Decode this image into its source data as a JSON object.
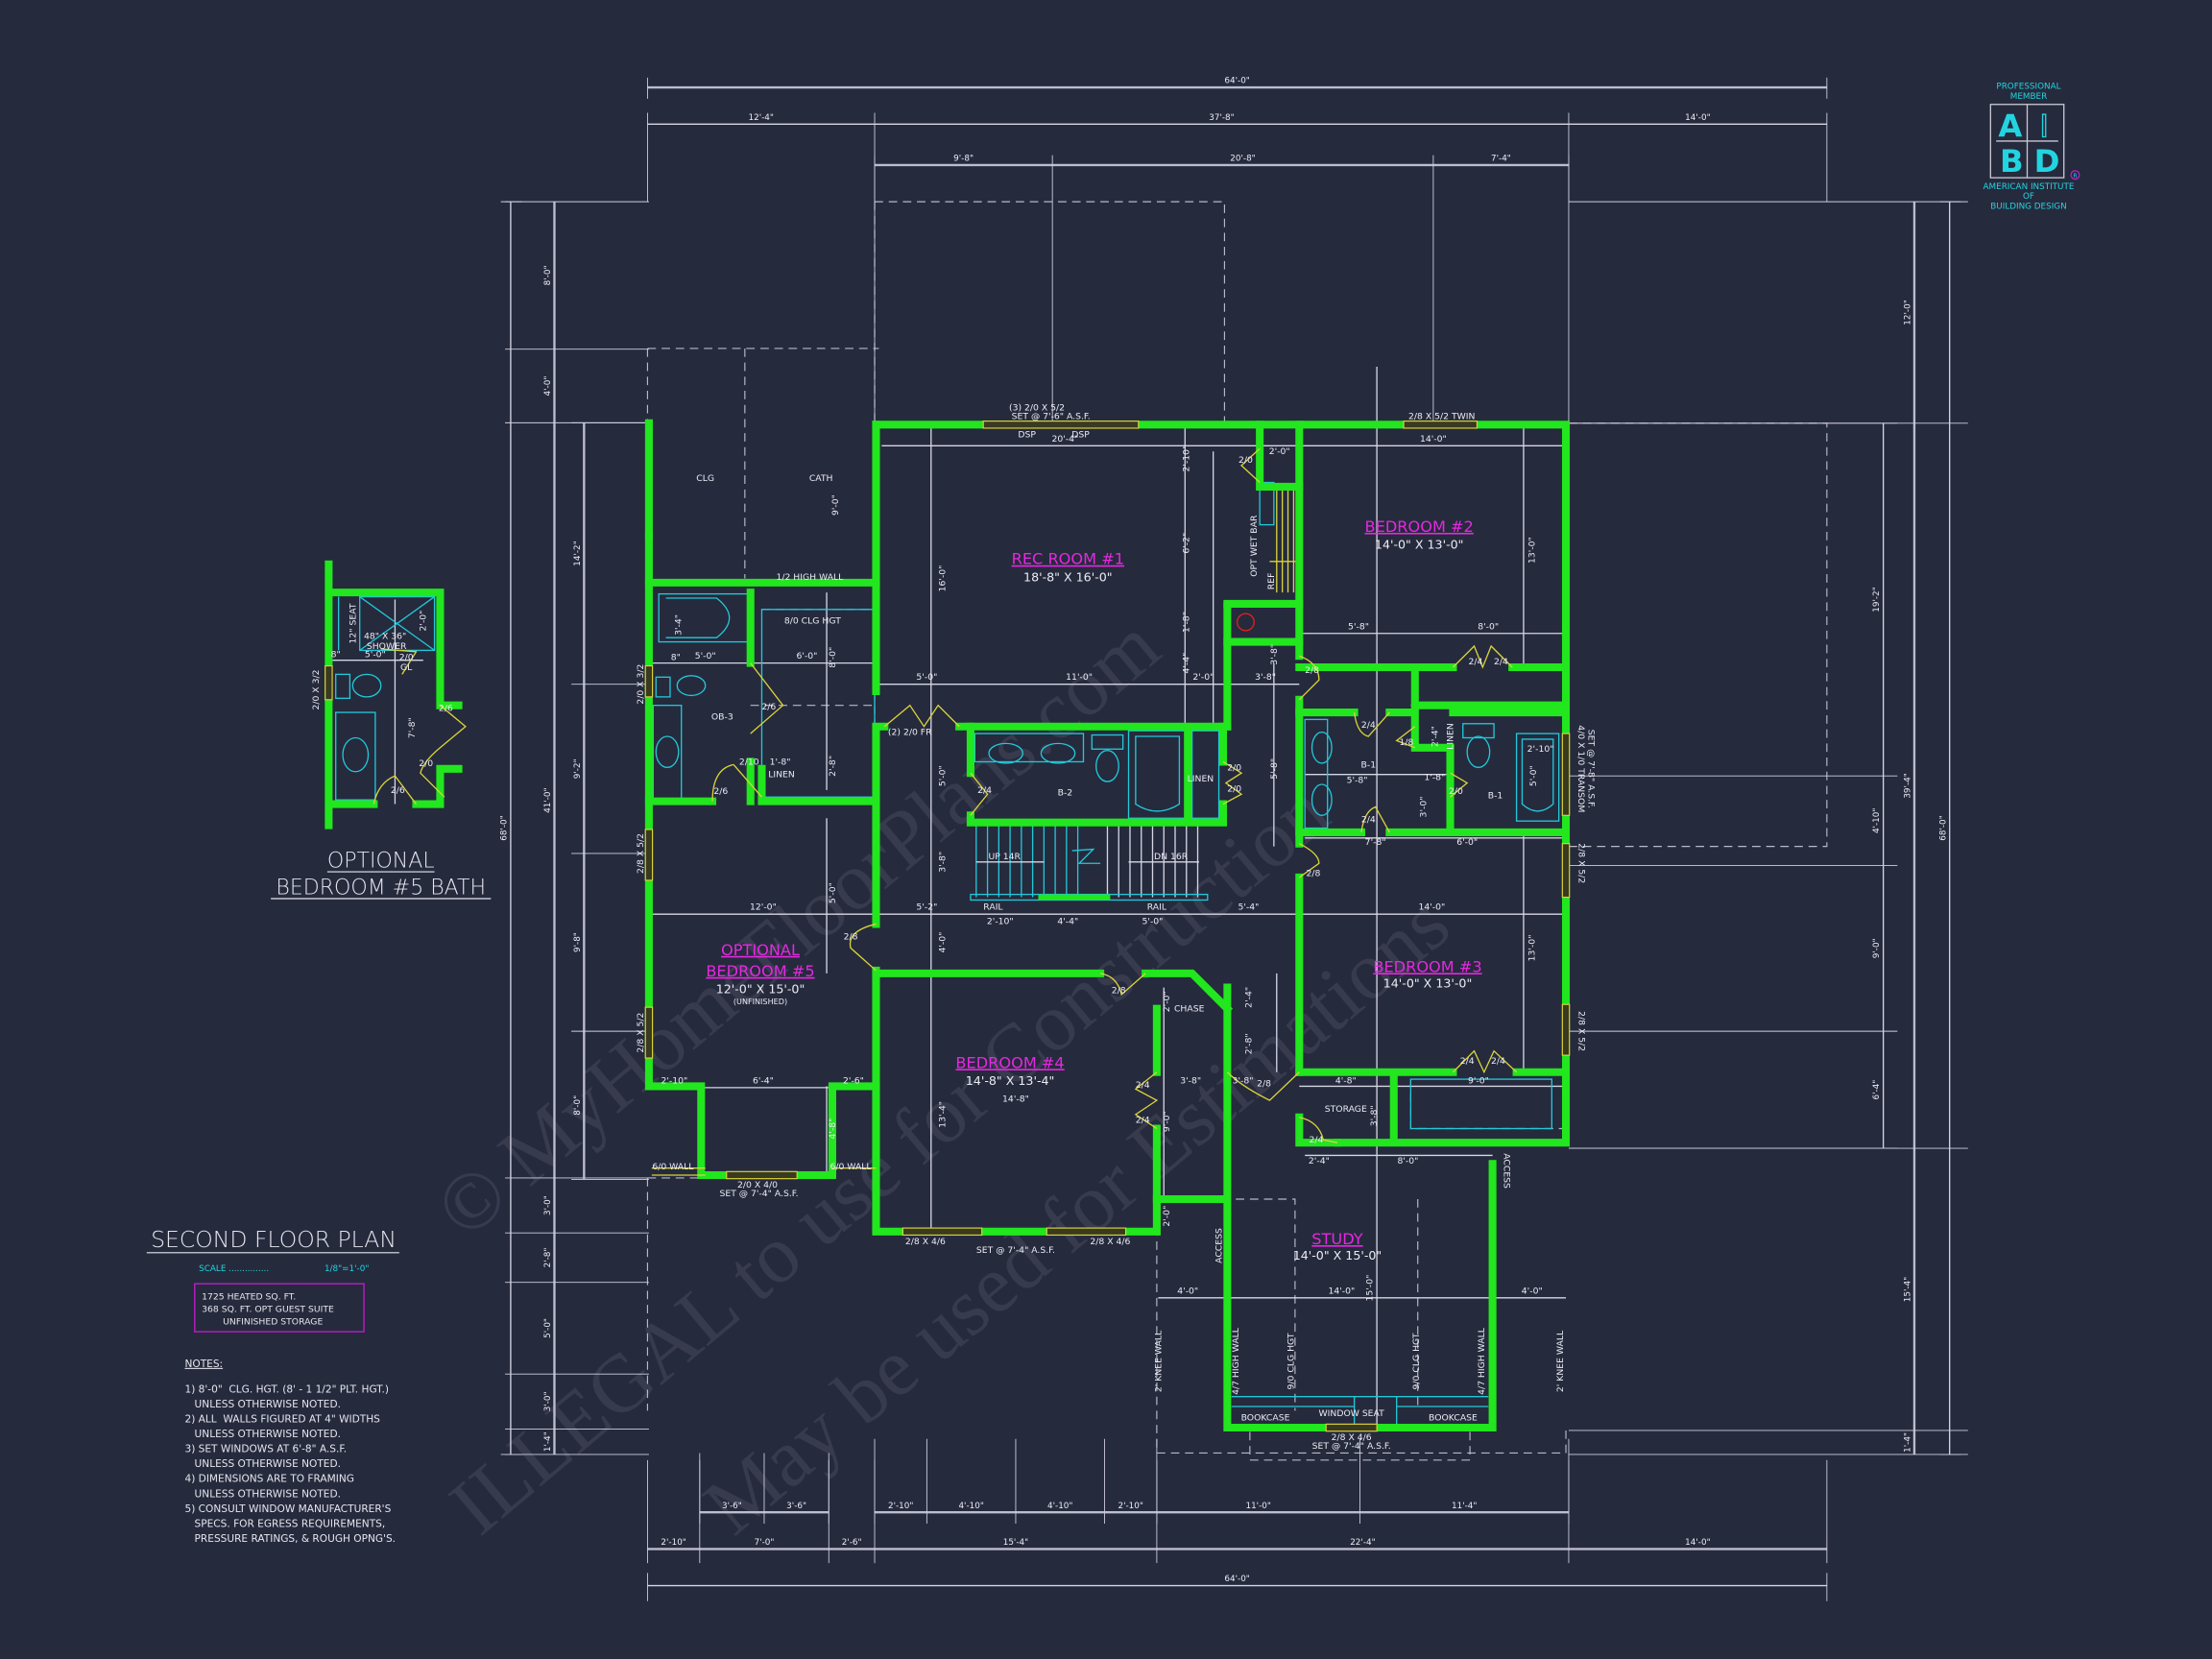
{
  "title": {
    "text": "SECOND FLOOR PLAN",
    "scale_label": "SCALE ...............",
    "scale_value": "1/8\"=1'-0\""
  },
  "area_box": [
    "1725 HEATED SQ. FT.",
    "368 SQ. FT. OPT GUEST SUITE",
    "UNFINISHED STORAGE"
  ],
  "notes": {
    "heading": "NOTES:",
    "lines": [
      "1) 8'-0\"  CLG. HGT. (8' - 1 1/2\" PLT. HGT.)",
      "   UNLESS OTHERWISE NOTED.",
      "2) ALL  WALLS FIGURED AT 4\" WIDTHS",
      "   UNLESS OTHERWISE NOTED.",
      "3) SET WINDOWS AT 6'-8\" A.S.F.",
      "   UNLESS OTHERWISE NOTED.",
      "4) DIMENSIONS ARE TO FRAMING",
      "   UNLESS OTHERWISE NOTED.",
      "5) CONSULT WINDOW MANUFACTURER'S",
      "   SPECS. FOR EGRESS REQUIREMENTS,",
      "   PRESSURE RATINGS, & ROUGH OPNG'S."
    ]
  },
  "logo": {
    "top": [
      "PROFESSIONAL",
      "MEMBER"
    ],
    "letters": [
      "A",
      "I",
      "B",
      "D"
    ],
    "bottom": [
      "AMERICAN INSTITUTE",
      "OF",
      "BUILDING DESIGN"
    ],
    "registered": "R"
  },
  "inset_title": [
    "OPTIONAL",
    "BEDROOM #5 BATH"
  ],
  "rooms": {
    "rec_room": {
      "name": "REC ROOM #1",
      "size": "18'-8\" X 16'-0\""
    },
    "bedroom_2": {
      "name": "BEDROOM #2",
      "size": "14'-0\" X 13'-0\""
    },
    "bedroom_3": {
      "name": "BEDROOM #3",
      "size": "14'-0\" X 13'-0\""
    },
    "bedroom_4": {
      "name": "BEDROOM #4",
      "size": "14'-8\" X 13'-4\"",
      "extra": "14'-8\""
    },
    "bedroom_5": {
      "name_line1": "OPTIONAL",
      "name_line2": "BEDROOM #5",
      "size": "12'-0\" X 15'-0\"",
      "note": "(UNFINISHED)"
    },
    "study": {
      "name": "STUDY",
      "size": "14'-0\" X 15'-0\""
    }
  },
  "dimensions": {
    "top_overall": "64'-0\"",
    "top_row2": [
      "12'-4\"",
      "37'-8\"",
      "14'-0\""
    ],
    "top_row3": [
      "9'-8\"",
      "20'-8\"",
      "7'-4\""
    ],
    "bottom_row1": [
      "3'-6\"",
      "3'-6\"",
      "2'-10\"",
      "4'-10\"",
      "4'-10\"",
      "2'-10\"",
      "11'-0\"",
      "11'-4\""
    ],
    "bottom_row2": [
      "2'-10\"",
      "7'-0\"",
      "2'-6\"",
      "15'-4\"",
      "22'-4\"",
      "14'-0\""
    ],
    "bottom_overall": "64'-0\"",
    "left_overall": "68'-0\"",
    "left_row": [
      "8'-0\"",
      "4'-0\"",
      "41'-0\"",
      "3'-0\"",
      "2'-8\"",
      "5'-0\"",
      "3'-0\"",
      "1'-4\""
    ],
    "left_inner": [
      "14'-2\"",
      "9'-2\"",
      "9'-8\"",
      "8'-0\""
    ],
    "right_inner": [
      "19'-2\"",
      "4'-10\"",
      "9'-0\"",
      "6'-4\""
    ],
    "right_row": [
      "12'-0\"",
      "39'-4\"",
      "15'-4\"",
      "1'-4\""
    ],
    "right_overall": "68'-0\""
  },
  "plan_labels": [
    "(3) 2/0 X 5/2",
    "SET @ 7'-6\" A.S.F.",
    "DSP",
    "DSP",
    "2/8 X 5/2 TWIN",
    "20'-4\"",
    "2'-10\"",
    "2/0",
    "2'-0\"",
    "14'-0\"",
    "CLG",
    "CATH",
    "9'-0\"",
    "16'-0\"",
    "6'-2\"",
    "OPT WET BAR",
    "REF",
    "1'-8\"",
    "4'-4\"",
    "3'-8\"",
    "13'-0\"",
    "1/2 HIGH WALL",
    "3'-4\"",
    "8/0 CLG HGT",
    "8'-0\"",
    "5'-8\"",
    "8'-0\"",
    "2/4",
    "2/4",
    "2/8",
    "8\"",
    "5'-0\"",
    "6'-0\"",
    "2/0 X 3/2",
    "OB-3",
    "2/6",
    "5'-0\"",
    "11'-0\"",
    "2'-0\"",
    "3'-8\"",
    "(2) 2/0 FR",
    "2/10",
    "1'-8\"",
    "LINEN",
    "2'-8\"",
    "2/6",
    "B-2",
    "2/4",
    "LINEN",
    "2/0",
    "2/0",
    "5'-8\"",
    "5'-0\"",
    "B-1",
    "2/4",
    "1/8",
    "2'-4\"",
    "LINEN",
    "5'-8\"",
    "1'-8\"",
    "2/0",
    "3'-0\"",
    "B-1",
    "2'-10\"",
    "5'-0\"",
    "2/4",
    "4/0 X 1/0 TRANSOM",
    "SET @ 7'-8\" A.S.F.",
    "7'-8\"",
    "6'-0\"",
    "UP 14R",
    "DN 16R",
    "RAIL",
    "RAIL",
    "3'-8\"",
    "5'-0\"",
    "12'-0\"",
    "5'-2\"",
    "2'-10\"",
    "4'-4\"",
    "5'-0\"",
    "5'-4\"",
    "14'-0\"",
    "2/8",
    "4'-0\"",
    "2/8",
    "2/8 X 5/2",
    "2/8 X 5/2",
    "13'-0\"",
    "2/8 X 5/2",
    "2/8",
    "2'-0\"",
    "CHASE",
    "2'-4\"",
    "2'-8\"",
    "2'-10\"",
    "6'-4\"",
    "2'-6\"",
    "4'-8\"",
    "13'-4\"",
    "3'-8\"",
    "3'-8\"",
    "2/4",
    "2/4",
    "9'-0\"",
    "2/8",
    "4'-8\"",
    "STORAGE",
    "3'-8\"",
    "9'-0\"",
    "2/4",
    "2/4",
    "2/4",
    "2/8 X 5/2",
    "2'-4\"",
    "8'-0\"",
    "ACCESS",
    "6/0 WALL",
    "6/0 WALL",
    "2/0 X 4/0",
    "SET @ 7'-4\" A.S.F.",
    "2/8 X 4/6",
    "SET @ 7'-4\" A.S.F.",
    "2/8 X 4/6",
    "2'-0\"",
    "ACCESS",
    "4'-0\"",
    "14'-0\"",
    "15'-0\"",
    "4'-0\"",
    "2' KNEE WALL",
    "4/7 HIGH WALL",
    "9/0 CLG HGT",
    "9/0 CLG HGT",
    "4/7 HIGH WALL",
    "2' KNEE WALL",
    "BOOKCASE",
    "WINDOW SEAT",
    "BOOKCASE",
    "2/8 X 4/6",
    "SET @ 7'-4\" A.S.F.",
    "12\" SEAT",
    "48\" X 36\"",
    "SHOWER",
    "2'-0\"",
    "8\"",
    "5'-0\"",
    "2/0",
    "GL",
    "2/0 X 3/2",
    "2/6",
    "7'-8\"",
    "2/0",
    "2/6"
  ],
  "watermark": [
    "© MyHomeFloorPlans.com",
    "ILLEGAL to use for Construction",
    "May be used for Estimations"
  ],
  "colors": {
    "background": "#262a3d",
    "walls": "#22e61e",
    "room_names": "#e528e0",
    "fixtures": "#22c8d8",
    "doors_windows": "#d8d43a",
    "area_box_border": "#b020c0",
    "logo": "#22d4e0"
  }
}
